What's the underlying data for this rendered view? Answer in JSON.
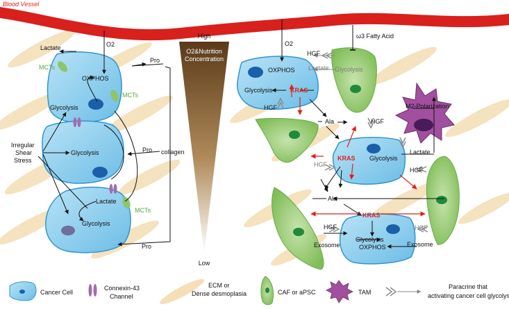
{
  "colors": {
    "vessel": "#d8201d",
    "cancer_cell": "#8ccdec",
    "cancer_cell_edge": "#2f95cf",
    "nucleus": "#1a5fa8",
    "caf": "#8dc56a",
    "caf_nucleus": "#1f8a3a",
    "tam": "#a0509e",
    "ecm": "#f4dfb7",
    "kras": "#e0201b",
    "gradient_top": "#5a3a1a",
    "gradient_bottom": "#ffffff"
  },
  "vessel": {
    "label": "Blood Vessel"
  },
  "gradient": {
    "top_label": "High",
    "bottom_label": "Low",
    "title_line1": "O2&Nutrition",
    "title_line2": "Concentration"
  },
  "left": {
    "o2": "O2",
    "lactate_top": "Lactate",
    "mcts_left": "MCTs",
    "oxphos": "OXPHOS",
    "mcts_right": "MCTs",
    "glycolysis_top": "Glycolysis",
    "stress_line1": "Irregular",
    "stress_line2": "Shear",
    "stress_line3": "Stress",
    "glycolysis_mid": "Glycolysis",
    "pro_top": "Pro",
    "pro_mid": "Pro",
    "collagen": "collagen",
    "lactate_bottom": "Lactate",
    "mcts_bottom": "MCTs",
    "glycolysis_bottom": "Glycolysis",
    "pro_bottom": "Pro"
  },
  "right": {
    "o2": "O2",
    "omega3": "ω3 Fatty Acid",
    "hgf_top": "HGF",
    "oxphos": "OXPHOS",
    "lactate_grey": "Lactate",
    "glycolysis_caf": "Glycolysis",
    "glycolysis_cell1": "Glycolysis",
    "kras1": "KRAS",
    "hgf_left": "HGF",
    "ala1": "Ala",
    "hgf_tam": "HGF",
    "m2": "M2-Polarization",
    "kras2": "KRAS",
    "glycolysis_cell2": "Glycolysis",
    "lactate_cell2": "Lactate",
    "hgf_mid": "HGF",
    "hgf_mid_right": "HGF",
    "ala2": "Ala",
    "kras3": "KRAS",
    "hgf_bottom": "HGF",
    "hgf_bottom_right": "HGF",
    "glycolysis_cell3": "Glycolysis",
    "exosome_left": "Exosome",
    "oxphos_cell3": "OXPHOS",
    "exosome_right": "Exosome"
  },
  "legend": {
    "cancer_cell": "Cancer Cell",
    "connexin_line1": "Connexin-43",
    "connexin_line2": "Channel",
    "ecm_line1": "ECM or",
    "ecm_line2": "Dense desmoplasia",
    "caf": "CAF or aPSC",
    "tam": "TAM",
    "paracrine_line1": "Paracrine that",
    "paracrine_line2": "activating cancer cell glycolysis"
  }
}
